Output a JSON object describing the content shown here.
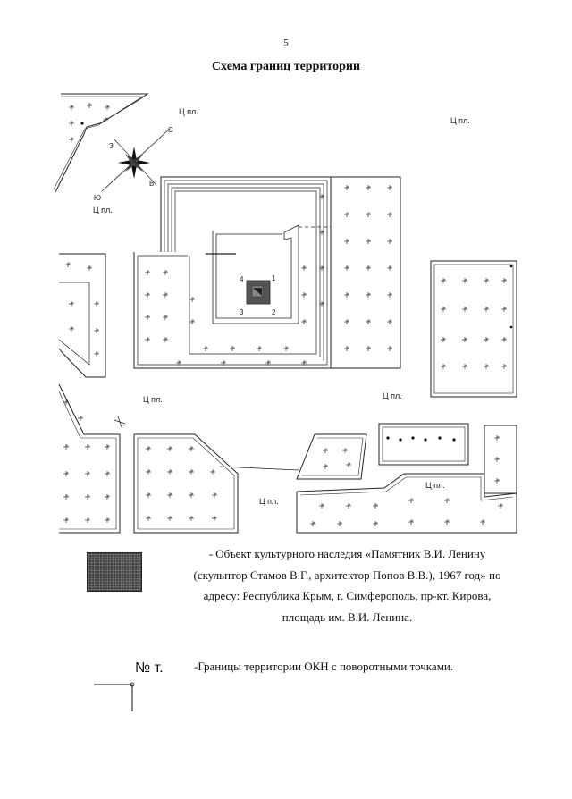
{
  "page_number": "5",
  "title": "Схема границ территории",
  "map": {
    "area_labels": [
      "Ц пл.",
      "Ц пл.",
      "Ц пл.",
      "Ц пл.",
      "Ц пл.",
      "Ц пл.",
      "Ц пл."
    ],
    "compass": {
      "north": "С",
      "south": "Ю",
      "east": "В",
      "west": "З"
    },
    "turning_points": [
      "1",
      "2",
      "3",
      "4"
    ]
  },
  "legend": {
    "object_text": "- Объект культурного наследия «Памятник В.И. Ленину (скульптор Стамов В.Г., архитектор Попов В.В.), 1967 год» по адресу: Республика Крым, г. Симферополь, пр-кт. Кирова, площадь им. В.И. Ленина.",
    "boundary_text": "-Границы территории ОКН с поворотными точками.",
    "point_label": "№ т."
  }
}
